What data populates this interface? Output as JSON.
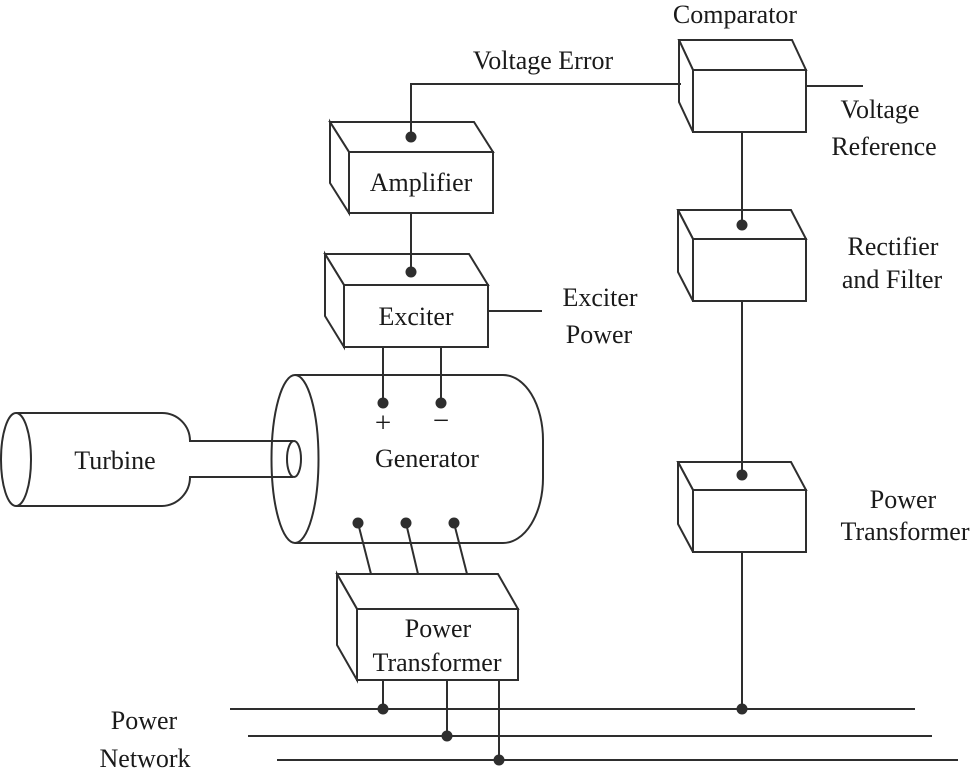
{
  "colors": {
    "line": "#2e2e2e",
    "text": "#1a1a1a",
    "background": "#ffffff"
  },
  "labels": {
    "comparator": "Comparator",
    "voltage_error": "Voltage Error",
    "voltage_reference_1": "Voltage",
    "voltage_reference_2": "Reference",
    "amplifier": "Amplifier",
    "exciter": "Exciter",
    "exciter_power_1": "Exciter",
    "exciter_power_2": "Power",
    "rectifier_1": "Rectifier",
    "rectifier_2": "and Filter",
    "right_transformer_1": "Power",
    "right_transformer_2": "Transformer",
    "bottom_transformer_1": "Power",
    "bottom_transformer_2": "Transformer",
    "generator": "Generator",
    "turbine": "Turbine",
    "plus": "+",
    "minus": "−",
    "power_network_1": "Power",
    "power_network_2": "Network"
  }
}
